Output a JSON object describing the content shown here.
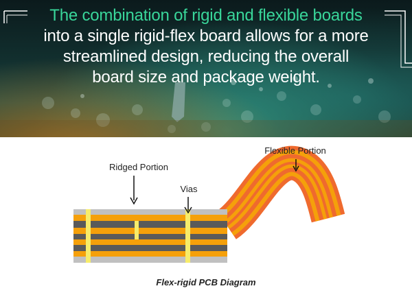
{
  "header": {
    "line1_highlight": "The combination of rigid and flexible boards",
    "line2": "into a single rigid-flex board allows for a more",
    "line3": "streamlined design, reducing the overall",
    "line4": "board size and package weight."
  },
  "diagram": {
    "label_ridged": "Ridged Portion",
    "label_vias": "Vias",
    "label_flexible": "Flexible Portion",
    "caption": "Flex-rigid PCB Diagram"
  },
  "colors": {
    "highlight_text": "#39d69a",
    "rigid_gray": "#c0c0c0",
    "dark_layer": "#5a5a5a",
    "orange_layer": "#f5a00a",
    "via_yellow": "#f7ec6a",
    "flex_outer": "#ef6a2e",
    "flex_inner": "#f5a00a"
  }
}
